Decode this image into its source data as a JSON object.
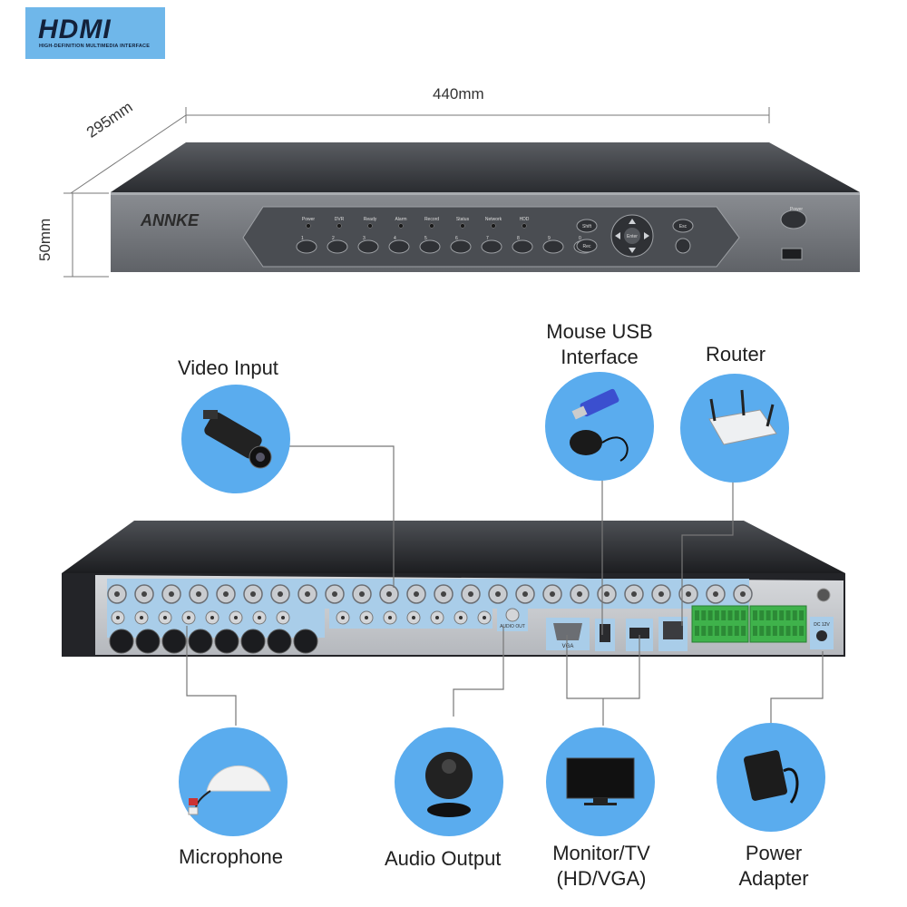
{
  "badge": {
    "logo": "HDMI",
    "tagline": "HIGH-DEFINITION MULTIMEDIA INTERFACE"
  },
  "dimensions": {
    "width": "440mm",
    "depth": "295mm",
    "height": "50mm"
  },
  "device": {
    "brand": "ANNKE",
    "indicators": [
      "Power",
      "DVR",
      "Ready",
      "Alarm",
      "Record",
      "Status",
      "Network",
      "HDD"
    ],
    "button_numbers": [
      "1",
      "2",
      "3",
      "4",
      "5",
      "6",
      "7",
      "8",
      "9",
      "0"
    ],
    "nav_buttons": {
      "shift": "Shift",
      "rec": "Rec",
      "enter": "Enter",
      "esc": "Esc"
    },
    "power_label": "Power"
  },
  "rear": {
    "vga_label": "VGA",
    "audio_out_label": "AUDIO OUT",
    "power_label": "DC 12V"
  },
  "labels": {
    "video_input": "Video Input",
    "mouse_usb_line1": "Mouse USB",
    "mouse_usb_line2": "Interface",
    "router": "Router",
    "microphone": "Microphone",
    "audio_output": "Audio Output",
    "monitor_line1": "Monitor/TV",
    "monitor_line2": "(HD/VGA)",
    "power_line1": "Power",
    "power_line2": "Adapter"
  },
  "colors": {
    "accent_blue": "#6fb7ea",
    "circle_blue": "#5aacee",
    "device_dark": "#2d2f33",
    "connector_line": "#777777"
  }
}
